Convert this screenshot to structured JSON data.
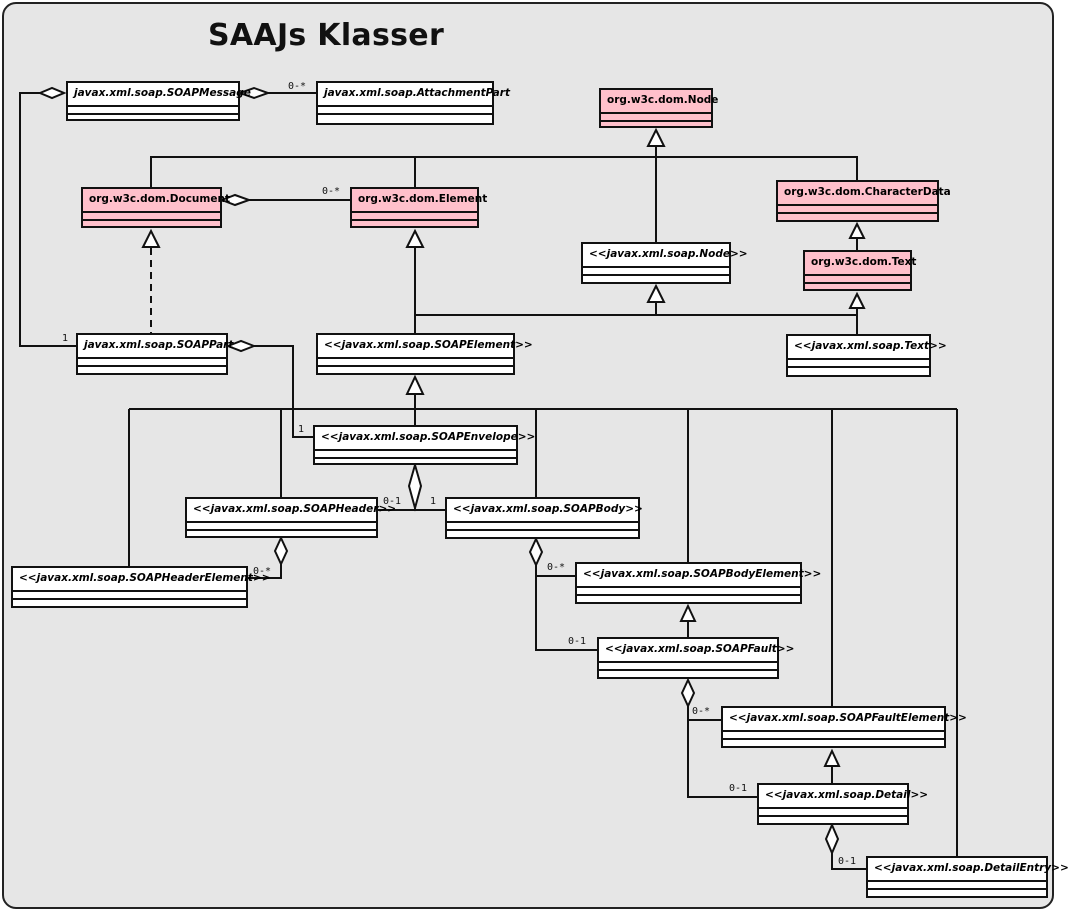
{
  "title": "SAAJs Klasser",
  "colors": {
    "background": "#e6e6e6",
    "dom_class_fill": "#ffc0cb",
    "class_fill": "#ffffff",
    "line": "#111111"
  },
  "classes": {
    "soap_message": "javax.xml.soap.SOAPMessage",
    "attachment_part": "javax.xml.soap.AttachmentPart",
    "dom_node": "org.w3c.dom.Node",
    "dom_document": "org.w3c.dom.Document",
    "dom_element": "org.w3c.dom.Element",
    "dom_character_data": "org.w3c.dom.CharacterData",
    "soap_node": "<<javax.xml.soap.Node>>",
    "dom_text": "org.w3c.dom.Text",
    "soap_part": "javax.xml.soap.SOAPPart",
    "soap_element": "<<javax.xml.soap.SOAPElement>>",
    "soap_text": "<<javax.xml.soap.Text>>",
    "soap_envelope": "<<javax.xml.soap.SOAPEnvelope>>",
    "soap_header": "<<javax.xml.soap.SOAPHeader>>",
    "soap_body": "<<javax.xml.soap.SOAPBody>>",
    "soap_header_element": "<<javax.xml.soap.SOAPHeaderElement>>",
    "soap_body_element": "<<javax.xml.soap.SOAPBodyElement>>",
    "soap_fault": "<<javax.xml.soap.SOAPFault>>",
    "soap_fault_element": "<<javax.xml.soap.SOAPFaultElement>>",
    "detail": "<<javax.xml.soap.Detail>>",
    "detail_entry": "<<javax.xml.soap.DetailEntry>>"
  },
  "multiplicities": {
    "message_attachment": "0-*",
    "document_element": "0-*",
    "soappart_message": "1",
    "envelope_soappart": "1",
    "header_envelope": "0-1",
    "body_envelope": "1",
    "headerelement_header": "0-*",
    "bodyelement_body": "0-*",
    "fault_body": "0-1",
    "faultelement_fault": "0-*",
    "detail_fault": "0-1",
    "detailentry_detail": "0-1"
  }
}
